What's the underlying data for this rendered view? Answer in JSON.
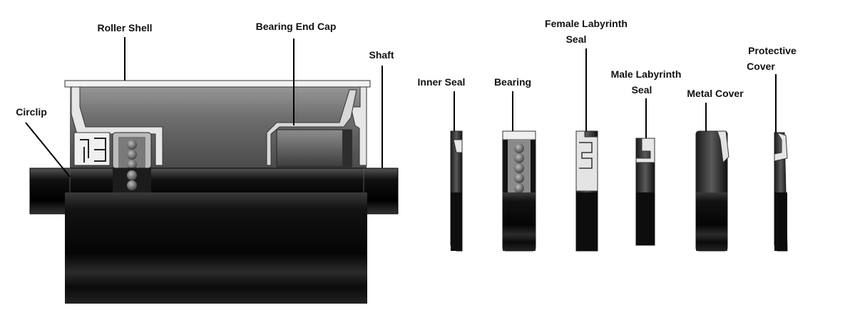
{
  "labels": {
    "roller_shell": "Roller Shell",
    "bearing_end_cap": "Bearing End Cap",
    "shaft": "Shaft",
    "circlip": "Circlip",
    "inner_seal": "Inner Seal",
    "bearing": "Bearing",
    "female_labyrinth_seal_1": "Female Labyrinth",
    "female_labyrinth_seal_2": "Seal",
    "male_labyrinth_seal_1": "Male Labyrinth",
    "male_labyrinth_seal_2": "Seal",
    "metal_cover": "Metal Cover",
    "protective_cover_1": "Protective",
    "protective_cover_2": "Cover"
  }
}
